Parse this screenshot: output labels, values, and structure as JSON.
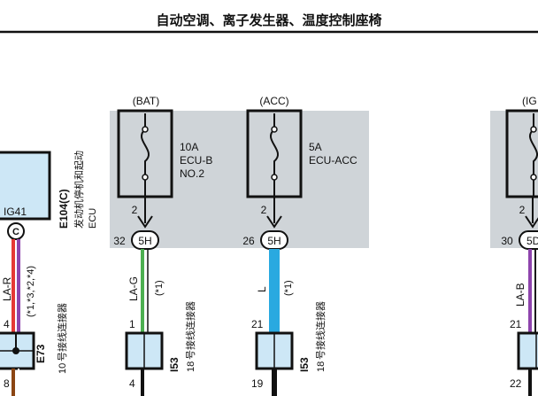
{
  "title": "自动空调、离子发生器、温度控制座椅",
  "fuses": [
    {
      "source": "(BAT)",
      "rating": "10A",
      "name": "ECU-B",
      "name2": "NO.2",
      "fuse_pin": "2",
      "pin": "32",
      "connector": "5H"
    },
    {
      "source": "(ACC)",
      "rating": "5A",
      "name": "ECU-ACC",
      "name2": "",
      "fuse_pin": "2",
      "pin": "26",
      "connector": "5H"
    },
    {
      "source": "(IG",
      "fuse_pin": "2",
      "pin": "30",
      "connector": "5D"
    }
  ],
  "ecu": {
    "pin_label": "IG41",
    "terminal": "C",
    "code": "E104(C)",
    "name_cn": "发动机停机和起动",
    "name_en": "ECU",
    "wire_color": "LA-R",
    "wire_note": "(*1,*3,*2,*4)",
    "pin_top": "4",
    "pin_bottom": "8"
  },
  "junction_left": {
    "code": "E73",
    "num": "10",
    "name_cn": "号接线连接器"
  },
  "wires": [
    {
      "color_code": "LA-G",
      "note": "(*1)",
      "pin_top": "1",
      "pin_bottom": "4",
      "connector": "I53",
      "num": "18",
      "name_cn": "号接线连接器"
    },
    {
      "color_code": "L",
      "note": "(*1)",
      "pin_top": "21",
      "pin_bottom": "19",
      "connector": "I53",
      "num": "18",
      "name_cn": "号接线连接器"
    },
    {
      "color_code": "LA-B",
      "pin_top": "21",
      "pin_bottom": "22"
    }
  ],
  "colors": {
    "shade": "#cfd4d8",
    "connector": "#cde7f6",
    "green": "#4caf50",
    "blue": "#29a9e0",
    "red": "#e53935",
    "violet": "#8e44ad",
    "brown": "#8b4513"
  }
}
